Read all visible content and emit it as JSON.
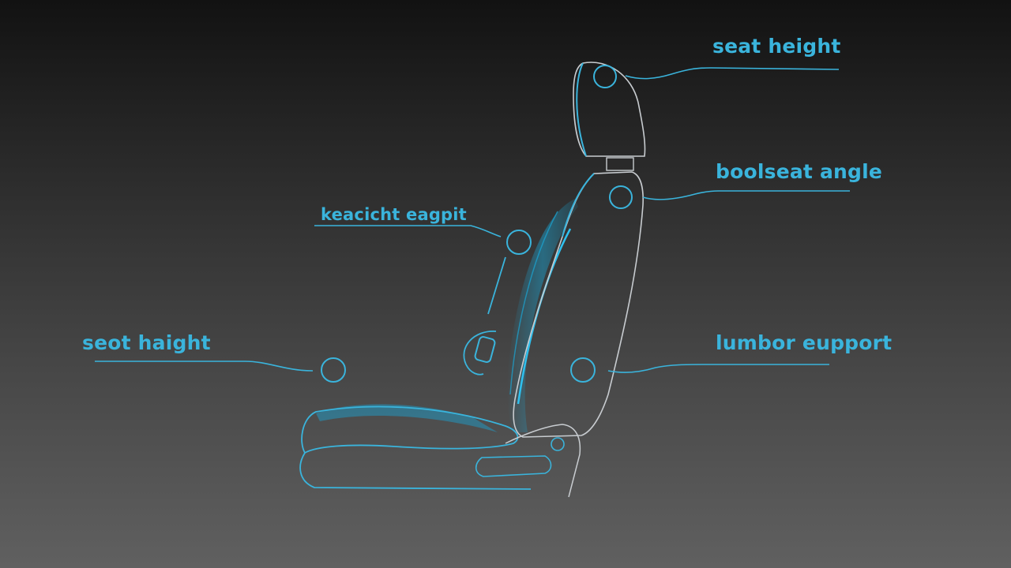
{
  "labels": {
    "top_right": "seat height",
    "middle_right": "boolseat angle",
    "middle_left": "keacicht eagpit",
    "left": "seot haight",
    "bottom_right": "lumbor eupport"
  },
  "colors": {
    "accent": "#3ab4dc",
    "outline": "#c8ccd0",
    "glow": "#1aa6d6"
  }
}
